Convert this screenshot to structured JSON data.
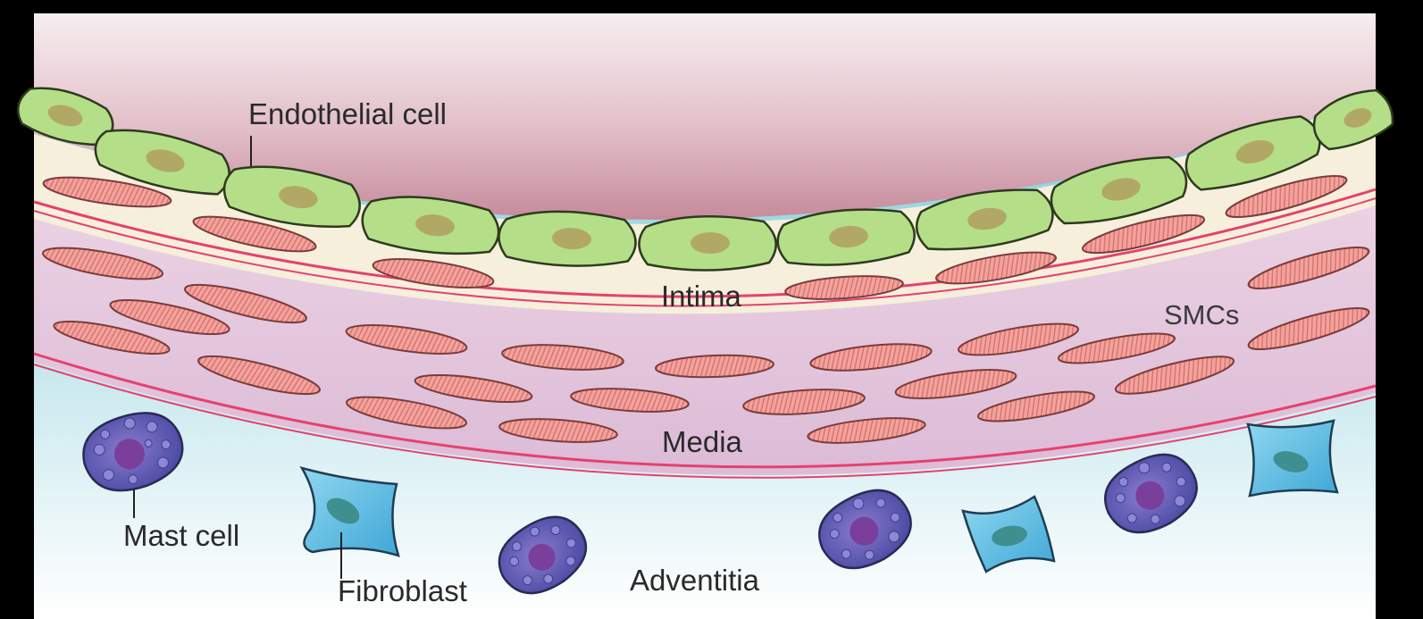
{
  "labels": {
    "endothelial_cell": "Endothelial cell",
    "intima": "Intima",
    "smcs": "SMCs",
    "media": "Media",
    "mast_cell": "Mast cell",
    "fibroblast": "Fibroblast",
    "adventitia": "Adventitia"
  },
  "colors": {
    "frame": "#000000",
    "lumen_top": "#f6eef0",
    "lumen_bottom": "#c88f9e",
    "intima_fill": "#f7f0dd",
    "media_fill": "#e7cadf",
    "elastic_lamina": "#e6416e",
    "adventitia_top": "#6cc6d4",
    "adventitia_bottom": "#ffffff",
    "endothelial_cell": "#b4df88",
    "endothelial_nucleus": "#b2a866",
    "smc": "#ef9a94",
    "mast_cell": "#5a5ab0",
    "fibroblast": "#5ec0e6"
  }
}
